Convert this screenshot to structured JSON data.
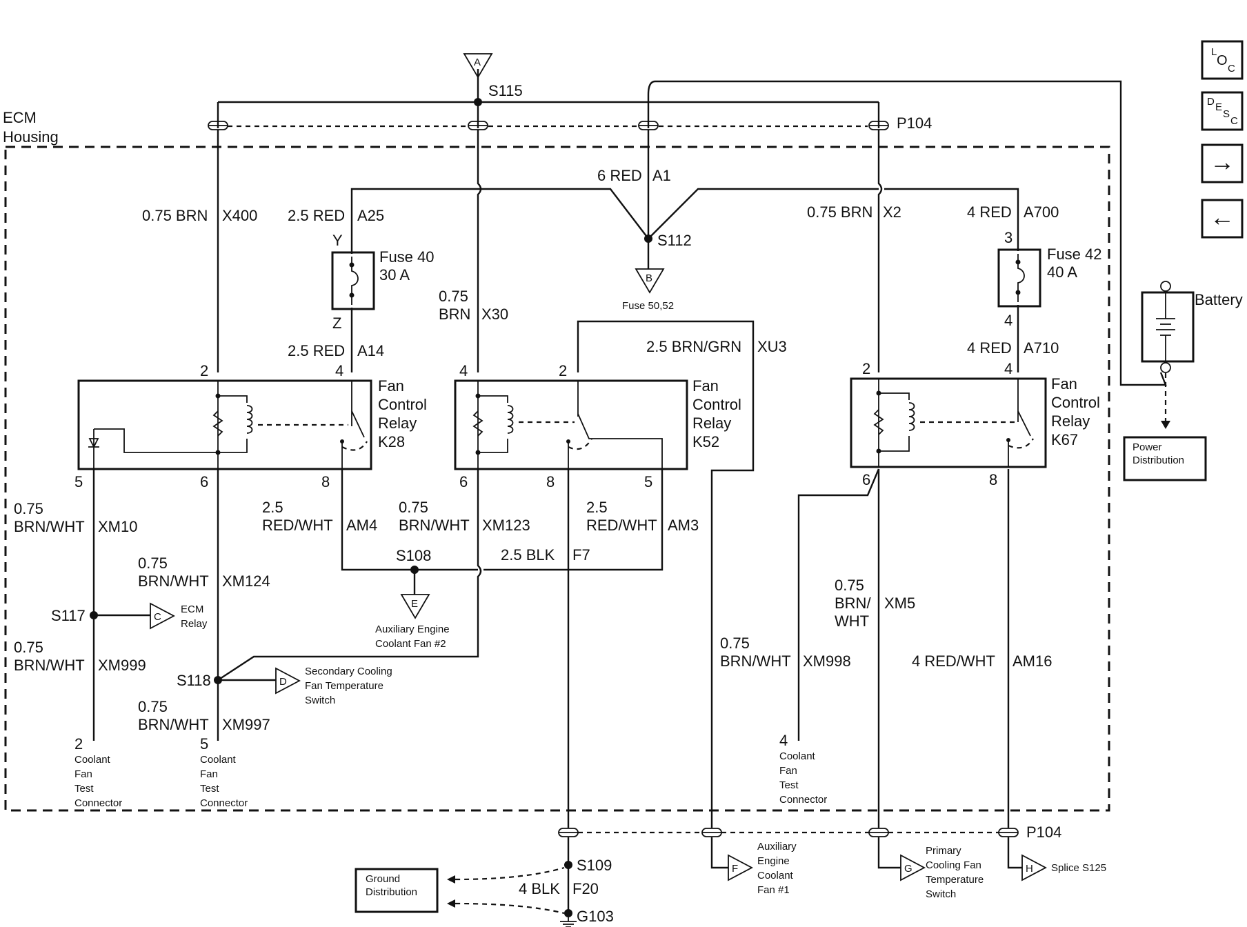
{
  "housing": {
    "line1": "ECM",
    "line2": "Housing"
  },
  "nav": {
    "loc": "LOC",
    "desc": "DESC",
    "next_arrow": "→",
    "prev_arrow": "←"
  },
  "connectors": {
    "top": "P104",
    "bottom": "P104"
  },
  "splices": {
    "s115": "S115",
    "s112": "S112",
    "s108": "S108",
    "s117": "S117",
    "s118": "S118",
    "s109": "S109",
    "g103": "G103"
  },
  "offpage": {
    "a": "A",
    "b": "B",
    "c": "C",
    "d": "D",
    "e": "E",
    "f": "F",
    "g": "G",
    "h": "H"
  },
  "offpage_labels": {
    "b": "Fuse 50,52",
    "c": [
      "ECM",
      "Relay"
    ],
    "d": [
      "Secondary Cooling",
      "Fan Temperature",
      "Switch"
    ],
    "e": [
      "Auxiliary Engine",
      "Coolant Fan #2"
    ],
    "f": [
      "Auxiliary",
      "Engine",
      "Coolant",
      "Fan #1"
    ],
    "g": [
      "Primary",
      "Cooling Fan",
      "Temperature",
      "Switch"
    ],
    "h": "Splice S125"
  },
  "fuses": {
    "f40": {
      "name": "Fuse 40",
      "rating": "30 A",
      "pin_in": "Y",
      "pin_out": "Z"
    },
    "f42": {
      "name": "Fuse 42",
      "rating": "40 A",
      "pin_in": "3",
      "pin_out": "4"
    }
  },
  "relays": {
    "k28": {
      "lines": [
        "Fan",
        "Control",
        "Relay",
        "K28"
      ],
      "pins": [
        "2",
        "4",
        "5",
        "6",
        "8"
      ]
    },
    "k52": {
      "lines": [
        "Fan",
        "Control",
        "Relay",
        "K52"
      ],
      "pins": [
        "4",
        "2",
        "6",
        "8",
        "5"
      ]
    },
    "k67": {
      "lines": [
        "Fan",
        "Control",
        "Relay",
        "K67"
      ],
      "pins": [
        "2",
        "4",
        "6",
        "8"
      ]
    }
  },
  "battery": "Battery",
  "power_distribution": [
    "Power",
    "Distribution"
  ],
  "ground_distribution": [
    "Ground",
    "Distribution"
  ],
  "wires": {
    "x400": {
      "size": "0.75 BRN",
      "circuit": "X400"
    },
    "a25": {
      "size": "2.5 RED",
      "circuit": "A25"
    },
    "a1": {
      "size": "6 RED",
      "circuit": "A1"
    },
    "x2": {
      "size": "0.75 BRN",
      "circuit": "X2"
    },
    "a700": {
      "size": "4 RED",
      "circuit": "A700"
    },
    "x30": {
      "size1": "0.75",
      "size2": "BRN",
      "circuit": "X30"
    },
    "a14": {
      "size": "2.5 RED",
      "circuit": "A14"
    },
    "xu3": {
      "size": "2.5 BRN/GRN",
      "circuit": "XU3"
    },
    "a710": {
      "size": "4 RED",
      "circuit": "A710"
    },
    "xm10": {
      "size1": "0.75",
      "size2": "BRN/WHT",
      "circuit": "XM10"
    },
    "am4": {
      "size1": "2.5",
      "size2": "RED/WHT",
      "circuit": "AM4"
    },
    "xm123": {
      "size1": "0.75",
      "size2": "BRN/WHT",
      "circuit": "XM123"
    },
    "am3": {
      "size1": "2.5",
      "size2": "RED/WHT",
      "circuit": "AM3"
    },
    "f7": {
      "size": "2.5 BLK",
      "circuit": "F7"
    },
    "xm124": {
      "size1": "0.75",
      "size2": "BRN/WHT",
      "circuit": "XM124"
    },
    "xm999": {
      "size1": "0.75",
      "size2": "BRN/WHT",
      "circuit": "XM999"
    },
    "xm997": {
      "size1": "0.75",
      "size2": "BRN/WHT",
      "circuit": "XM997"
    },
    "xm5": {
      "size1": "0.75",
      "size2": "BRN/",
      "size3": "WHT",
      "circuit": "XM5"
    },
    "xm998": {
      "size1": "0.75",
      "size2": "BRN/WHT",
      "circuit": "XM998"
    },
    "am16": {
      "size": "4 RED/WHT",
      "circuit": "AM16"
    },
    "f20": {
      "size": "4 BLK",
      "circuit": "F20"
    }
  },
  "test_connectors": {
    "tc2": {
      "pin": "2",
      "lines": [
        "Coolant",
        "Fan",
        "Test",
        "Connector"
      ]
    },
    "tc5": {
      "pin": "5",
      "lines": [
        "Coolant",
        "Fan",
        "Test",
        "Connector"
      ]
    },
    "tc4": {
      "pin": "4",
      "lines": [
        "Coolant",
        "Fan",
        "Test",
        "Connector"
      ]
    }
  }
}
